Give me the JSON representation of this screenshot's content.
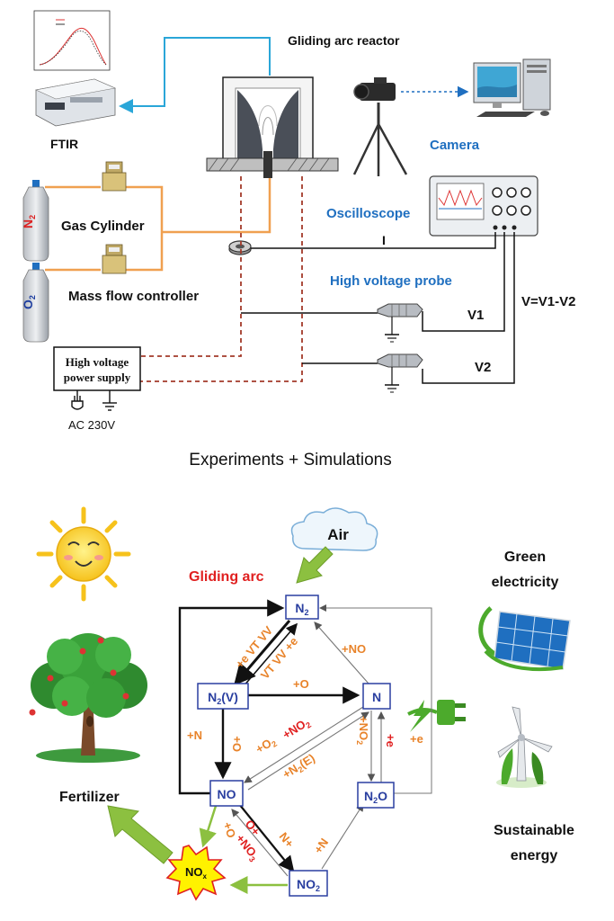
{
  "setup": {
    "reactor_label": "Gliding arc reactor",
    "ftir_label": "FTIR",
    "camera_label": "Camera",
    "gas_cylinder_label": "Gas Cylinder",
    "mfc_label": "Mass flow controller",
    "oscilloscope_label": "Oscilloscope",
    "current_label": "I",
    "probe_label": "High voltage probe",
    "v1_label": "V1",
    "v2_label": "V2",
    "v_formula": "V=V1-V2",
    "psu_line1": "High voltage",
    "psu_line2": "power supply",
    "ac_label": "AC 230V",
    "n2_gas": "N",
    "n2_gas_sub": "2",
    "o2_gas": "O",
    "o2_gas_sub": "2"
  },
  "section_title": "Experiments + Simulations",
  "scheme": {
    "air_label": "Air",
    "gliding_arc_label": "Gliding arc",
    "green_electricity_line1": "Green",
    "green_electricity_line2": "electricity",
    "fertilizer_label": "Fertilizer",
    "sustainable_line1": "Sustainable",
    "sustainable_line2": "energy",
    "species": {
      "n2": "N",
      "n2_sub": "2",
      "n2v": "N",
      "n2v_sub": "2",
      "n2v_suffix": "(V)",
      "n": "N",
      "no": "NO",
      "n2o": "N",
      "n2o_sub": "2",
      "n2o_suffix": "O",
      "no2": "NO",
      "no2_sub": "2",
      "nox": "NO",
      "nox_sub": "x"
    },
    "reactions": {
      "e_vt_vv": "+e VT VV",
      "vt_vv_e": "VT VV +e",
      "plus_o_top": "+O",
      "plus_no_right": "+NO",
      "plus_n_left": "+N",
      "o_plus": "O+",
      "plus_o2": "+O",
      "plus_o2_sub": "2",
      "plus_no2_red": "+NO",
      "plus_no2_red_sub": "2",
      "plus_n2e": "+N",
      "plus_n2e_sub": "2",
      "plus_n2e_suffix": "(E)",
      "plus_no2_vertical": "+NO",
      "plus_no2_vertical_sub": "2",
      "plus_e_red": "+e",
      "plus_e_orange": "+e",
      "o_plus_lower": "O+",
      "plus_o_lower": "+O",
      "plus_no3": "+NO",
      "plus_no3_sub": "3",
      "n_plus": "N+",
      "plus_n_diag": "+N"
    }
  },
  "colors": {
    "blue_label": "#1f6fc0",
    "red_label": "#e02020",
    "orange_rxn": "#e8832a",
    "node_border": "#2a3fa0",
    "dashed_red": "#a33a2a",
    "green_arrow": "#8cc040",
    "tube_orange": "#f0a050",
    "tube_blue": "#2aa6d8"
  }
}
